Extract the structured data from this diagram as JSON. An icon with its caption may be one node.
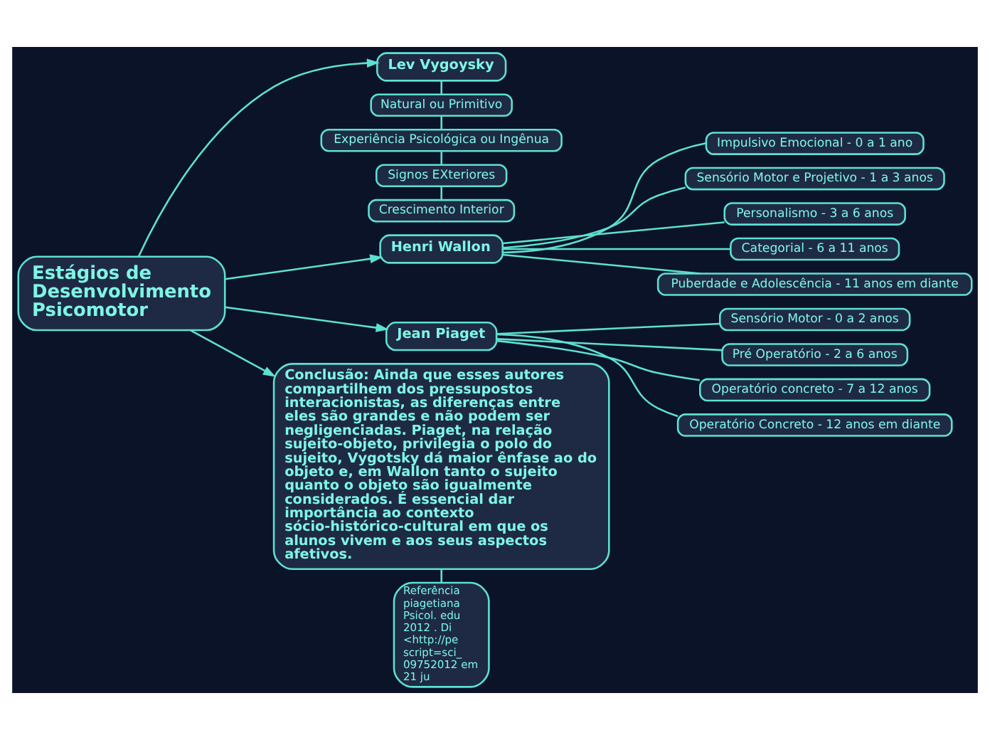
{
  "diagram": {
    "nodes": [
      {
        "text": [
          "Estágios de Desenvolvimento Psicomotor"
        ]
      },
      {
        "text": [
          "Lev Vygoysky"
        ]
      },
      {
        "text": [
          "Natural ou Primitivo"
        ]
      },
      {
        "text": [
          "Experiência Psicológica ou Ingênua"
        ]
      },
      {
        "text": [
          "Signos EXteriores"
        ]
      },
      {
        "text": [
          "Crescimento Interior"
        ]
      },
      {
        "text": [
          "Henri Wallon"
        ]
      },
      {
        "text": [
          "Impulsivo Emocional - 0 a 1 ano"
        ]
      },
      {
        "text": [
          "Sensório Motor e Projetivo - 1 a 3 anos"
        ]
      },
      {
        "text": [
          "Personalismo - 3 a 6 anos"
        ]
      },
      {
        "text": [
          "Categorial - 6 a 11 anos"
        ]
      },
      {
        "text": [
          "Puberdade e Adolescência - 11 anos em diante"
        ]
      },
      {
        "text": [
          "Jean Piaget"
        ]
      },
      {
        "text": [
          "Sensório Motor - 0 a 2 anos"
        ]
      },
      {
        "text": [
          "Pré Operatório - 2 a 6 anos"
        ]
      },
      {
        "text": [
          "Operatório concreto - 7 a 12 anos"
        ]
      },
      {
        "text": [
          "Operatório Concreto - 12 anos em diante"
        ]
      },
      {
        "text": [
          "Conclusão: Ainda que esses autores compartilhem dos pressupostos interacionistas, as diferenças entre eles são grandes e não podem ser negligenciadas. Piaget, na relação sujeito-objeto, privilegia o polo do sujeito, Vygotsky dá maior ênfase ao do objeto e, em Wallon tanto o sujeito quanto o objeto são igualmente considerados. É essencial dar importância ao contexto sócio-histórico-cultural em que os alunos vivem e aos seus aspectos afetivos."
        ]
      },
      {
        "text": [
          "Referência piagetiana Psicol. edu 2012 . Di <http://pe script=sci_ 09752012 em 21 ju"
        ]
      }
    ],
    "edges": [
      {
        "from": 0,
        "to": 1,
        "arrow": "to"
      },
      {
        "from": 1,
        "to": 2,
        "arrow": "none"
      },
      {
        "from": 2,
        "to": 3,
        "arrow": "none"
      },
      {
        "from": 3,
        "to": 4,
        "arrow": "none"
      },
      {
        "from": 4,
        "to": 5,
        "arrow": "none"
      },
      {
        "from": 0,
        "to": 6,
        "arrow": "to"
      },
      {
        "from": 6,
        "to": 7,
        "arrow": "none"
      },
      {
        "from": 6,
        "to": 8,
        "arrow": "none"
      },
      {
        "from": 6,
        "to": 9,
        "arrow": "none"
      },
      {
        "from": 6,
        "to": 10,
        "arrow": "none"
      },
      {
        "from": 6,
        "to": 11,
        "arrow": "none"
      },
      {
        "from": 0,
        "to": 12,
        "arrow": "to"
      },
      {
        "from": 12,
        "to": 13,
        "arrow": "none"
      },
      {
        "from": 12,
        "to": 14,
        "arrow": "none"
      },
      {
        "from": 12,
        "to": 15,
        "arrow": "none"
      },
      {
        "from": 12,
        "to": 16,
        "arrow": "none"
      },
      {
        "from": 0,
        "to": 17,
        "arrow": "to"
      },
      {
        "from": 17,
        "to": 18,
        "arrow": "none"
      }
    ]
  }
}
